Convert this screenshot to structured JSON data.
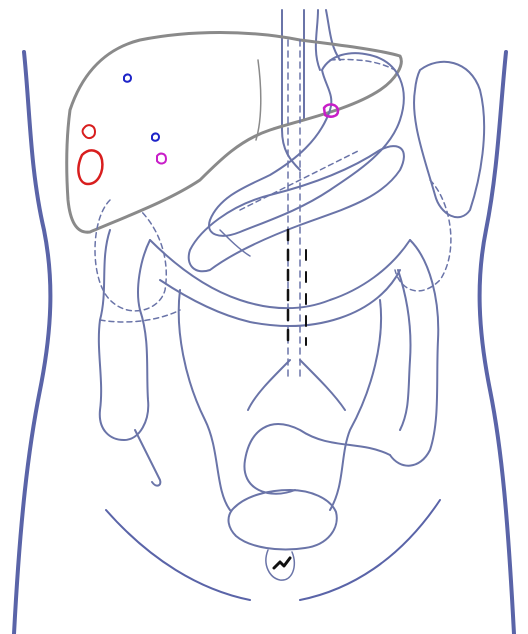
{
  "colors": {
    "outline": "#6a74a8",
    "body_edge": "#5a64a8",
    "liver_border": "#8a8a8a",
    "lesion_red": "#d81e1e",
    "lesion_blue": "#1e24c8",
    "lesion_magenta": "#c81ec8",
    "marker_black": "#111111",
    "background": "#ffffff"
  },
  "annotations": {
    "liver_lesions": [
      {
        "id": "red-large",
        "color": "red"
      },
      {
        "id": "red-small",
        "color": "red"
      },
      {
        "id": "blue-upper",
        "color": "blue"
      },
      {
        "id": "blue-lower",
        "color": "blue"
      },
      {
        "id": "magenta-liver",
        "color": "magenta"
      },
      {
        "id": "magenta-stomach",
        "color": "magenta"
      }
    ],
    "black_marks": [
      {
        "id": "dashed-line-vertical",
        "color": "black"
      },
      {
        "id": "pelvic-mark",
        "color": "black"
      }
    ]
  }
}
